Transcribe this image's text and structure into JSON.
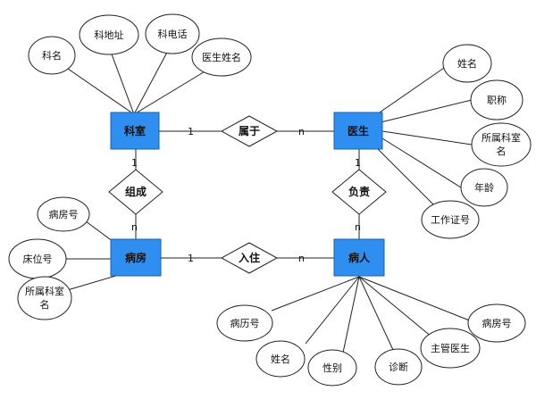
{
  "entities": {
    "department": "科室",
    "doctor": "医生",
    "ward": "病房",
    "patient": "病人"
  },
  "relationships": {
    "belongs_to": "属于",
    "composes": "组成",
    "responsible_for": "负责",
    "stays_in": "入住"
  },
  "cardinalities": {
    "belongs_to_department": "1",
    "belongs_to_doctor": "n",
    "composes_department": "1",
    "composes_ward": "n",
    "responsible_doctor": "1",
    "responsible_patient": "n",
    "stays_in_ward": "1",
    "stays_in_patient": "n"
  },
  "attributes": {
    "department": [
      "科名",
      "科地址",
      "科电话",
      "医生姓名"
    ],
    "doctor": [
      "姓名",
      "职称",
      [
        "所属科室",
        "名"
      ],
      "年龄",
      "工作证号"
    ],
    "ward": [
      "病房号",
      "床位号",
      [
        "所属科室",
        "名"
      ]
    ],
    "patient": [
      "病历号",
      "姓名",
      "性别",
      "诊断",
      "主管医生",
      "病房号"
    ]
  },
  "colors": {
    "entity_fill": "#2f8ff0",
    "entity_border": "#1a5fae",
    "line": "#222222",
    "background": "#ffffff"
  }
}
